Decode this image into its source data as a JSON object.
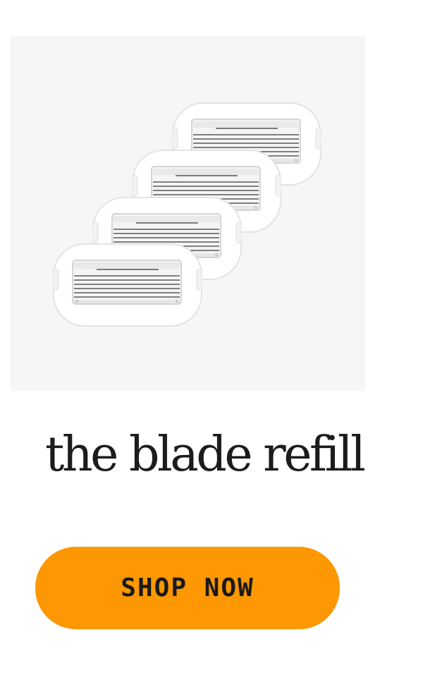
{
  "product": {
    "image_icon": "razor-blade-cartridges-image",
    "title": "the blade refill"
  },
  "cta": {
    "label": "SHOP NOW"
  },
  "colors": {
    "image_background": "#f7f6f4",
    "button": "#fd9702",
    "text": "#1c1c1c"
  }
}
